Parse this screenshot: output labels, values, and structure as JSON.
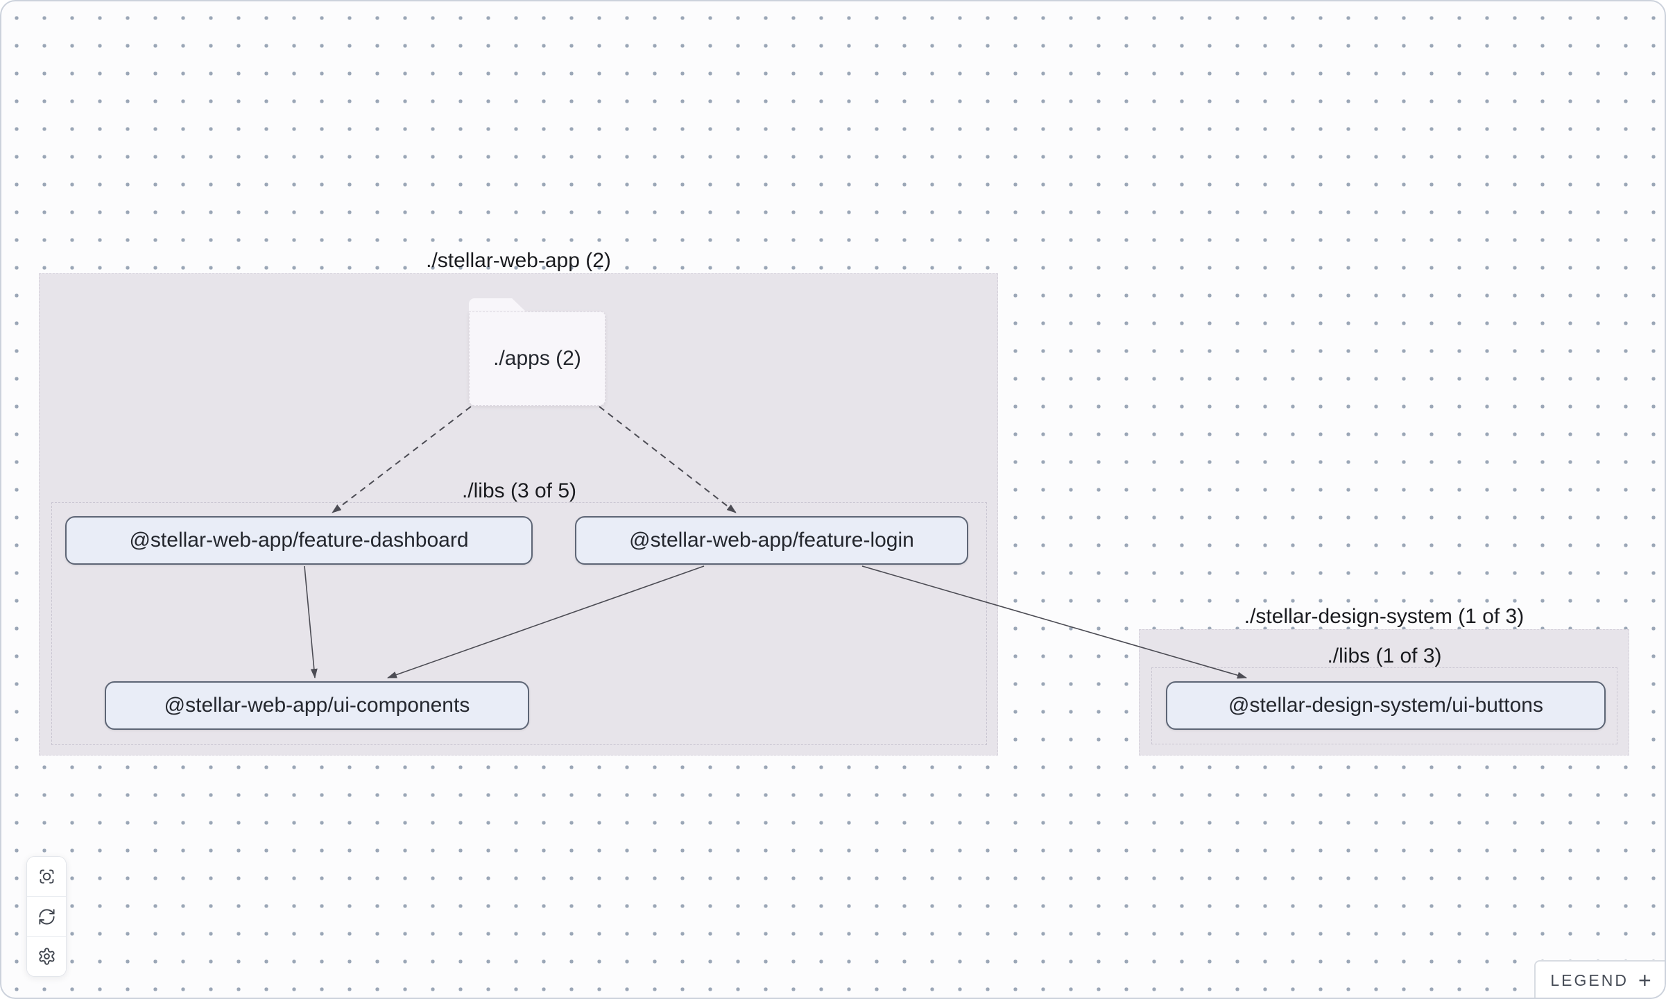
{
  "colors": {
    "canvas_bg": "#fcfcfd",
    "dot": "#9aa6b6",
    "group_fill": "#e7e4ea",
    "group_border": "#d4d0da",
    "subgroup_border": "#c9c5d1",
    "folder_fill": "#f8f6fa",
    "node_fill": "#e9edf7",
    "node_border": "#5d6575",
    "node_text": "#24272e",
    "title_text": "#1a1b1f",
    "edge": "#4c4c54",
    "frame_border": "#ccd2dc",
    "legend_text": "#454b55"
  },
  "graph": {
    "groups": [
      {
        "title": "./stellar-web-app (2)",
        "folder_label": "./apps (2)",
        "subgroup_label": "./libs (3 of 5)",
        "nodes": [
          {
            "label": "@stellar-web-app/feature-dashboard"
          },
          {
            "label": "@stellar-web-app/feature-login"
          },
          {
            "label": "@stellar-web-app/ui-components"
          }
        ]
      },
      {
        "title": "./stellar-design-system (1 of 3)",
        "subgroup_label": "./libs (1 of 3)",
        "nodes": [
          {
            "label": "@stellar-design-system/ui-buttons"
          }
        ]
      }
    ],
    "edges": [
      {
        "from": "./apps (2)",
        "to": "@stellar-web-app/feature-dashboard",
        "style": "dashed"
      },
      {
        "from": "./apps (2)",
        "to": "@stellar-web-app/feature-login",
        "style": "dashed"
      },
      {
        "from": "@stellar-web-app/feature-dashboard",
        "to": "@stellar-web-app/ui-components",
        "style": "solid"
      },
      {
        "from": "@stellar-web-app/feature-login",
        "to": "@stellar-web-app/ui-components",
        "style": "solid"
      },
      {
        "from": "@stellar-web-app/feature-login",
        "to": "@stellar-design-system/ui-buttons",
        "style": "solid"
      }
    ]
  },
  "toolbar": {
    "buttons": [
      {
        "icon": "focus-icon"
      },
      {
        "icon": "refresh-icon"
      },
      {
        "icon": "settings-icon"
      }
    ]
  },
  "legend": {
    "label": "LEGEND",
    "expand_icon": "+"
  }
}
